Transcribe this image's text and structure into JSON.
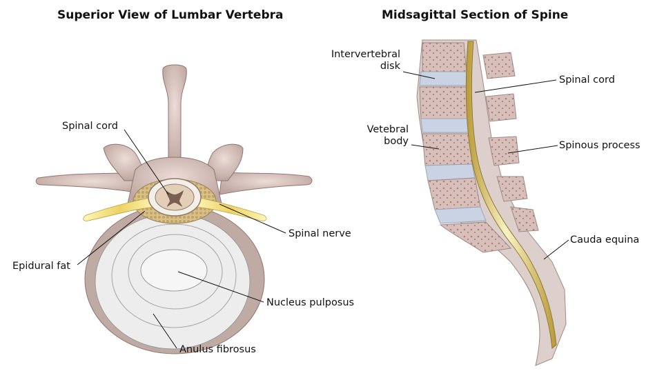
{
  "left_panel": {
    "title": "Superior View of Lumbar Vertebra",
    "labels": {
      "spinal_cord": "Spinal cord",
      "spinal_nerve": "Spinal nerve",
      "epidural_fat": "Epidural fat",
      "nucleus_pulposus": "Nucleus pulposus",
      "anulus_fibrosus": "Anulus fibrosus"
    }
  },
  "right_panel": {
    "title": "Midsagittal Section of Spine",
    "labels": {
      "intervertebral_disk": "Intervertebral disk",
      "intervertebral_disk_line1": "Intervertebral",
      "intervertebral_disk_line2": "disk",
      "vertebral_body_line1": "Vetebral",
      "vertebral_body_line2": "body",
      "spinal_cord": "Spinal cord",
      "spinous_process": "Spinous process",
      "cauda_equina": "Cauda equina"
    }
  },
  "colors": {
    "bone": "#d9c2bd",
    "bone_shadow": "#a88e89",
    "disk": "#ececec",
    "nerve": "#f0dc6e",
    "fat": "#c9ac6b",
    "spinal_disk_blue": "#c9d3e3"
  }
}
